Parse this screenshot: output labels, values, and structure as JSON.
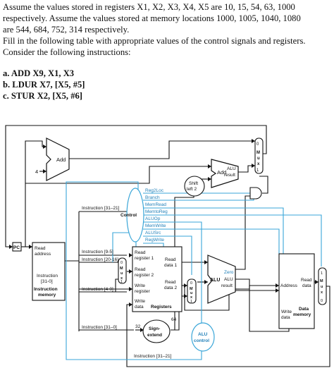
{
  "question": {
    "lines": [
      "Assume the values stored in registers X1, X2, X3, X4, X5 are 10, 15, 54, 63, 1000",
      "respectively. Assume the values stored at memory locations 1000, 1005, 1040, 1080",
      "are 544, 684, 752, 314 respectively.",
      "Fill in the following table with appropriate values of the control signals and registers.",
      "Consider the following instructions:"
    ]
  },
  "instructions": [
    "a.  ADD X9, X1, X3",
    "b.  LDUR X7, [X5, #5]",
    "c.  STUR X2, [X5, #6]"
  ],
  "diagram": {
    "add1": "Add",
    "four": "4",
    "add2_left": "Add",
    "add2_right_1": "ALU",
    "add2_right_2": "result",
    "shift_1": "Shift",
    "shift_2": "left 2",
    "pc": "PC",
    "imem_read": "Read",
    "imem_address": "address",
    "imem_instr": "Instruction",
    "imem_range": "[31-0]",
    "imem_title_1": "Instruction",
    "imem_title_2": "memory",
    "control": "Control",
    "signals": [
      "Reg2Loc",
      "Branch",
      "MemRead",
      "MemtoReg",
      "ALUOp",
      "MemWrite",
      "ALUSrc",
      "RegWrite"
    ],
    "instr_31_21": "Instruction [31–21]",
    "instr_9_5": "Instruction [9-5]",
    "instr_20_16": "Instruction [20-16]",
    "instr_4_0": "Instruction [4-0]",
    "instr_31_0": "Instruction [31–0]",
    "instr_31_21_b": "Instruction [31–21]",
    "mux_label": "M u x",
    "mux_0": "0",
    "mux_1": "1",
    "reg_read1_a": "Read",
    "reg_read1_b": "register 1",
    "reg_read2_a": "Read",
    "reg_read2_b": "register 2",
    "reg_write_a": "Write",
    "reg_write_b": "register",
    "reg_wdata_a": "Write",
    "reg_wdata_b": "data",
    "reg_title": "Registers",
    "reg_rd1_a": "Read",
    "reg_rd1_b": "data 1",
    "reg_rd2_a": "Read",
    "reg_rd2_b": "data 2",
    "alu_zero": "Zero",
    "alu_main": "ALU",
    "alu_right_1": "ALU",
    "alu_right_2": "result",
    "sign_1": "Sign-",
    "sign_2": "extend",
    "n32": "32",
    "n64": "64",
    "aluctl_1": "ALU",
    "aluctl_2": "control",
    "dmem_address": "Address",
    "dmem_read_1": "Read",
    "dmem_read_2": "data",
    "dmem_write_1": "Write",
    "dmem_write_2": "data",
    "dmem_title_1": "Data",
    "dmem_title_2": "memory"
  }
}
